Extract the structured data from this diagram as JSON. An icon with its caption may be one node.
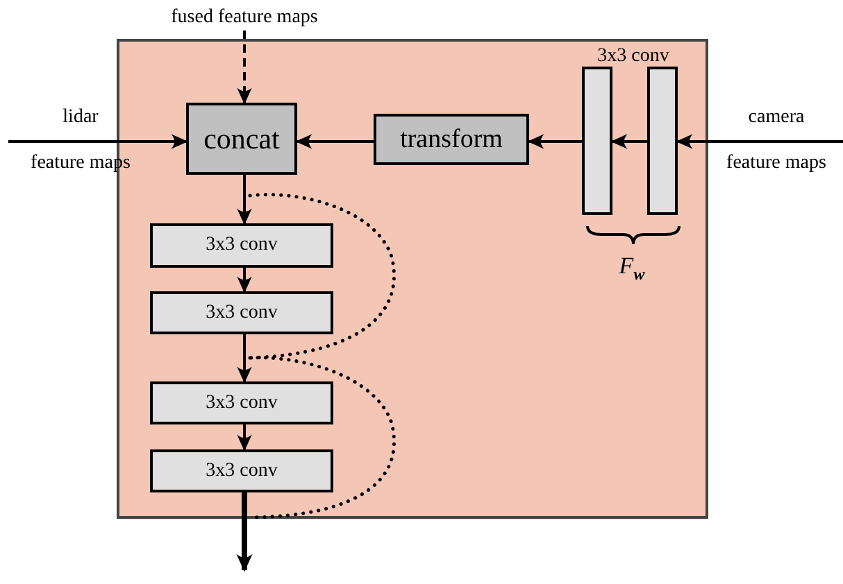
{
  "diagram": {
    "nodes": [
      {
        "text": [],
        "shape": "box"
      },
      {
        "text": [
          "concat"
        ],
        "in": 0
      },
      {
        "text": [
          "transform"
        ],
        "in": 0
      },
      {
        "text": [],
        "shape": "bar",
        "in": 0
      },
      {
        "text": [],
        "shape": "bar",
        "in": 0
      },
      {
        "text": [
          "3x3 conv"
        ],
        "in": 0
      },
      {
        "text": [
          "3x3 conv"
        ],
        "in": 0
      },
      {
        "text": [
          "3x3 conv"
        ],
        "in": 0
      },
      {
        "text": [
          "3x3 conv"
        ],
        "in": 0
      },
      {
        "text": [
          "fused feature maps"
        ]
      }
    ],
    "edges": [
      {
        "from": null,
        "to": 1,
        "arrow": "to"
      },
      {
        "from": 9,
        "to": 1,
        "arrow": "to",
        "style": "dashed"
      },
      {
        "from": null,
        "to": 4,
        "arrow": "to"
      },
      {
        "from": 4,
        "to": 3,
        "arrow": "to"
      },
      {
        "from": 3,
        "to": 2,
        "arrow": "to"
      },
      {
        "from": 2,
        "to": 1,
        "arrow": "to"
      },
      {
        "from": 1,
        "to": 5,
        "arrow": "to"
      },
      {
        "from": 5,
        "to": 6,
        "arrow": "to"
      },
      {
        "from": 6,
        "to": 7,
        "arrow": "to"
      },
      {
        "from": 7,
        "to": 8,
        "arrow": "to"
      },
      {
        "from": 8,
        "to": null,
        "arrow": "to",
        "style": "thick"
      }
    ],
    "labels": [
      "lidar",
      "feature maps",
      "3x3 conv",
      "camera",
      "feature maps",
      "F$_{w}$"
    ]
  }
}
